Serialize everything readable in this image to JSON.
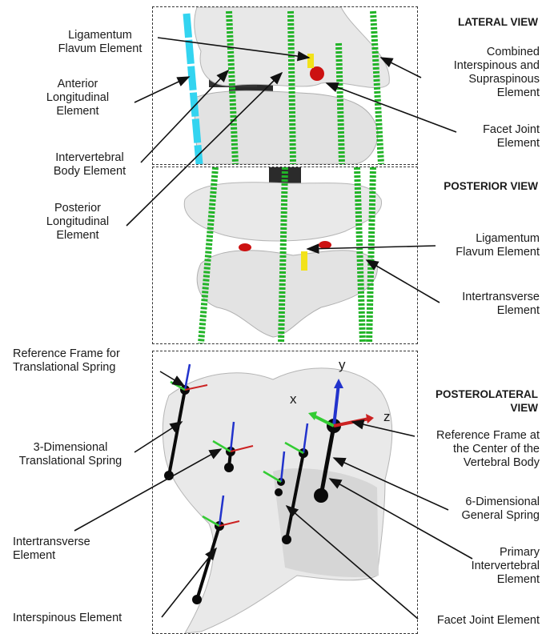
{
  "panels": {
    "lateral": {
      "title": "LATERAL VIEW"
    },
    "posterior": {
      "title": "POSTERIOR VIEW"
    },
    "posterolateral": {
      "title": "POSTEROLATERAL\nVIEW"
    }
  },
  "labels": {
    "lig_flavum_top": "Ligamentum\nFlavum Element",
    "anterior_long": "Anterior\nLongitudinal\nElement",
    "ivb": "Intervertebral\nBody Element",
    "posterior_long": "Posterior\nLongitudinal\nElement",
    "combined": "Combined\nInterspinous and\nSupraspinous\nElement",
    "facet_top": "Facet Joint\nElement",
    "lig_flavum_mid": "Ligamentum\nFlavum Element",
    "intertransverse_mid": "Intertransverse\nElement",
    "ref_frame_trans": "Reference Frame for\nTranslational Spring",
    "three_d_spring": "3-Dimensional\nTranslational Spring",
    "intertransverse_bottom": "Intertransverse\nElement",
    "interspinous": "Interspinous Element",
    "ref_frame_center": "Reference Frame at\nthe Center of the\nVertebral Body",
    "six_d_spring": "6-Dimensional\nGeneral Spring",
    "primary_iv": "Primary\nIntervertebral\nElement",
    "facet_bottom": "Facet Joint Element"
  },
  "axes": {
    "y": "y",
    "x": "x",
    "z": "z"
  },
  "colors": {
    "bone": "#e6e6e6",
    "bone_shadow": "#9a9a9a",
    "ligament_green": "#22b428",
    "anterior_cyan": "#33d4f0",
    "facet_red": "#cc1111",
    "flavum_yellow": "#f2e21a",
    "axis_blue": "#2233cc",
    "axis_green": "#33cc33",
    "axis_red": "#cc2222",
    "node_black": "#0a0a0a"
  }
}
